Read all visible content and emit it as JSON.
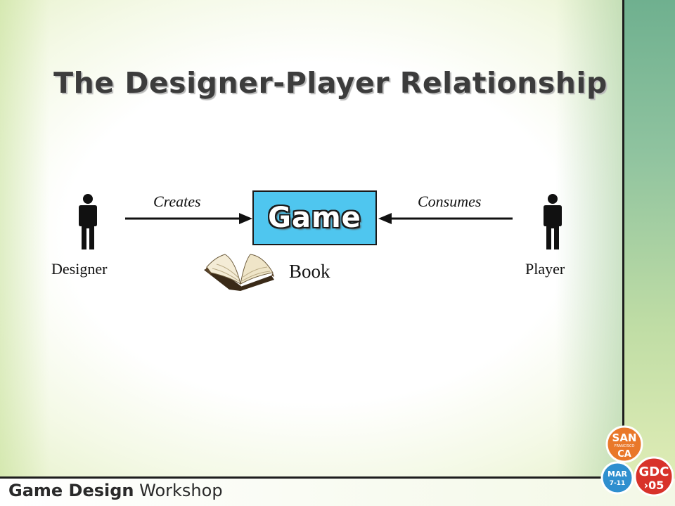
{
  "slide": {
    "title": "The Designer-Player Relationship",
    "footer": {
      "bold": "Game Design",
      "regular": " Workshop"
    }
  },
  "diagram": {
    "center_box": "Game",
    "left_actor": {
      "label": "Designer",
      "icon": "person-icon"
    },
    "right_actor": {
      "label": "Player",
      "icon": "person-icon"
    },
    "left_arrow_label": "Creates",
    "right_arrow_label": "Consumes",
    "book": {
      "label": "Book",
      "icon": "open-book-icon"
    }
  },
  "logo": {
    "top_circle": [
      "SAN",
      "FRANCISCO",
      "CA"
    ],
    "left_circle": [
      "MAR",
      "7-11"
    ],
    "right_circle": [
      "GDC",
      "›05"
    ]
  },
  "colors": {
    "game_box": "#4fc6ef",
    "right_panel": "#7fbb98",
    "logo_orange": "#e9782a",
    "logo_blue": "#2f8fcf",
    "logo_red": "#d8322a"
  }
}
